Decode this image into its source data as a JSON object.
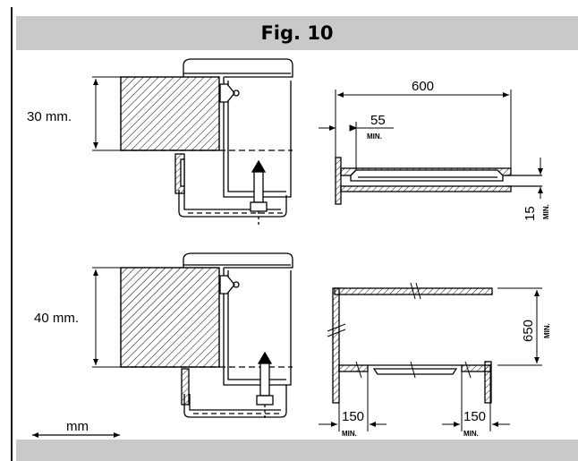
{
  "figure": {
    "title": "Fig. 10"
  },
  "top_left": {
    "thickness_label": "30 mm."
  },
  "bottom_left": {
    "thickness_label": "40 mm."
  },
  "top_right": {
    "width_label": "600",
    "offset_label": "55",
    "offset_min": "MIN.",
    "gap_label": "15",
    "gap_min": "MIN."
  },
  "bottom_right": {
    "height_label": "650",
    "height_min": "MIN.",
    "left_clearance": "150",
    "left_min": "MIN.",
    "right_clearance": "150",
    "right_min": "MIN."
  },
  "units": {
    "label": "mm"
  }
}
